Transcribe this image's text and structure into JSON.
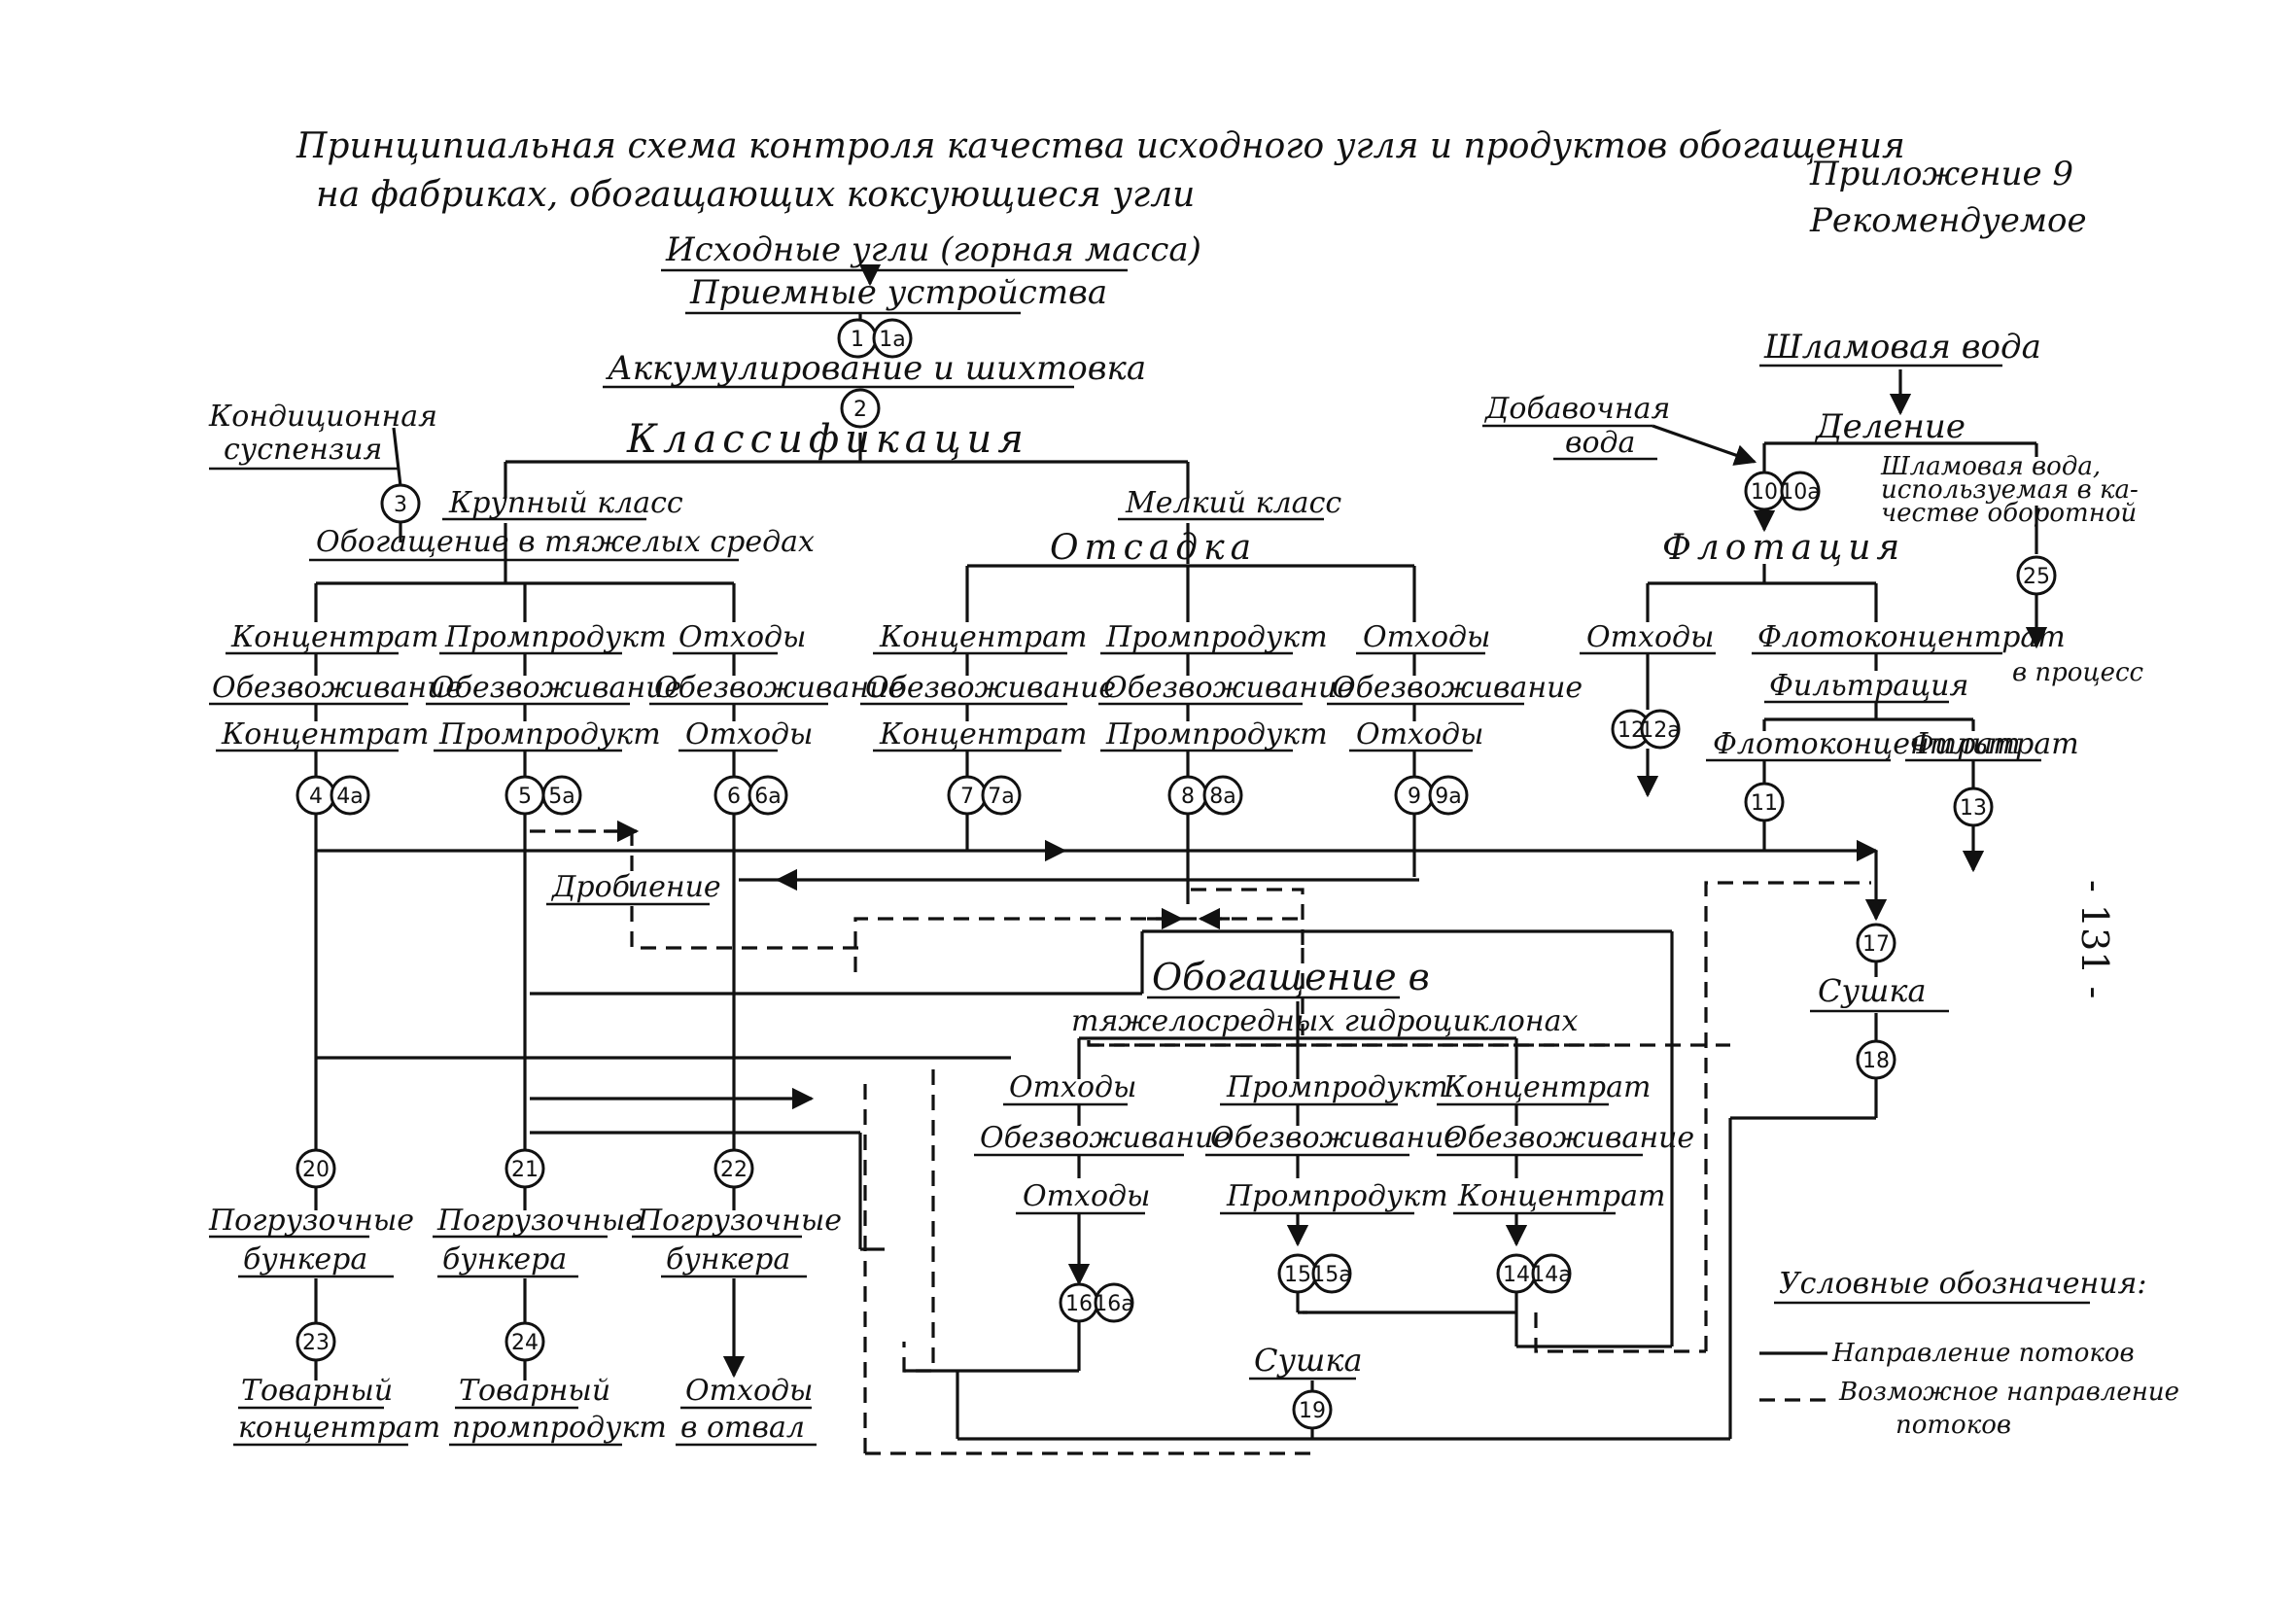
{
  "title": {
    "line1": "Принципиальная схема контроля качества исходного угля и продуктов обогащения",
    "line2": "на фабриках, обогащающих коксующиеся угли"
  },
  "appendix": {
    "number": "Приложение 9",
    "status": "Рекомендуемое"
  },
  "page_number": "- 131 -",
  "nodes": {
    "source_coal": "Исходные угли (горная масса)",
    "receiving": "Приемные устройства",
    "accumulation": "Аккумулирование и шихтовка",
    "conditioned_suspension": "Кондиционная суспензия",
    "classification": "Классификация",
    "coarse_class": "Крупный класс",
    "dense_media": "Обогащение в тяжелых средах",
    "fine_class": "Мелкий класс",
    "jigging": "Отсадка",
    "slime_water": "Шламовая вода",
    "makeup_water": "Добавочная вода",
    "division": "Деление",
    "slime_water_recycled": "Шламовая вода, используемая в качестве оборотной",
    "flotation": "Флотация",
    "to_process": "в процесс",
    "flot_tailings": "Отходы",
    "flot_concentrate": "Флотоконцентрат",
    "filtration": "Фильтрация",
    "flot_concentrate_2": "Флотоконцентрат",
    "filtrate": "Фильтрат",
    "crushing": "Дробление",
    "hc_enrichment_1": "Обогащение в",
    "hc_enrichment_2": "тяжелосредных гидроциклонах",
    "drying_1": "Сушка",
    "drying_2": "Сушка",
    "loading_bunkers_1": "Погрузочные бункера",
    "loading_bunkers_2": "Погрузочные бункера",
    "loading_bunkers_3": "Погрузочные бункера",
    "commercial_concentrate": "Товарный концентрат",
    "commercial_middlings": "Товарный промпродукт",
    "tailings_dump": "Отходы в отвал"
  },
  "labels": {
    "concentrate": "Концентрат",
    "middlings": "Промпродукт",
    "tailings": "Отходы",
    "dewatering": "Обезвоживание"
  },
  "circles": [
    "1",
    "1а",
    "2",
    "3",
    "4",
    "4а",
    "5",
    "5а",
    "6",
    "6а",
    "7",
    "7а",
    "8",
    "8а",
    "9",
    "9а",
    "10",
    "10а",
    "25",
    "12",
    "12а",
    "11",
    "13",
    "17",
    "18",
    "16",
    "16а",
    "15",
    "15а",
    "14",
    "14а",
    "19",
    "20",
    "21",
    "22",
    "23",
    "24"
  ],
  "legend": {
    "title": "Условные обозначения:",
    "solid": "Направление потоков",
    "dashed": "Возможное направление потоков"
  }
}
